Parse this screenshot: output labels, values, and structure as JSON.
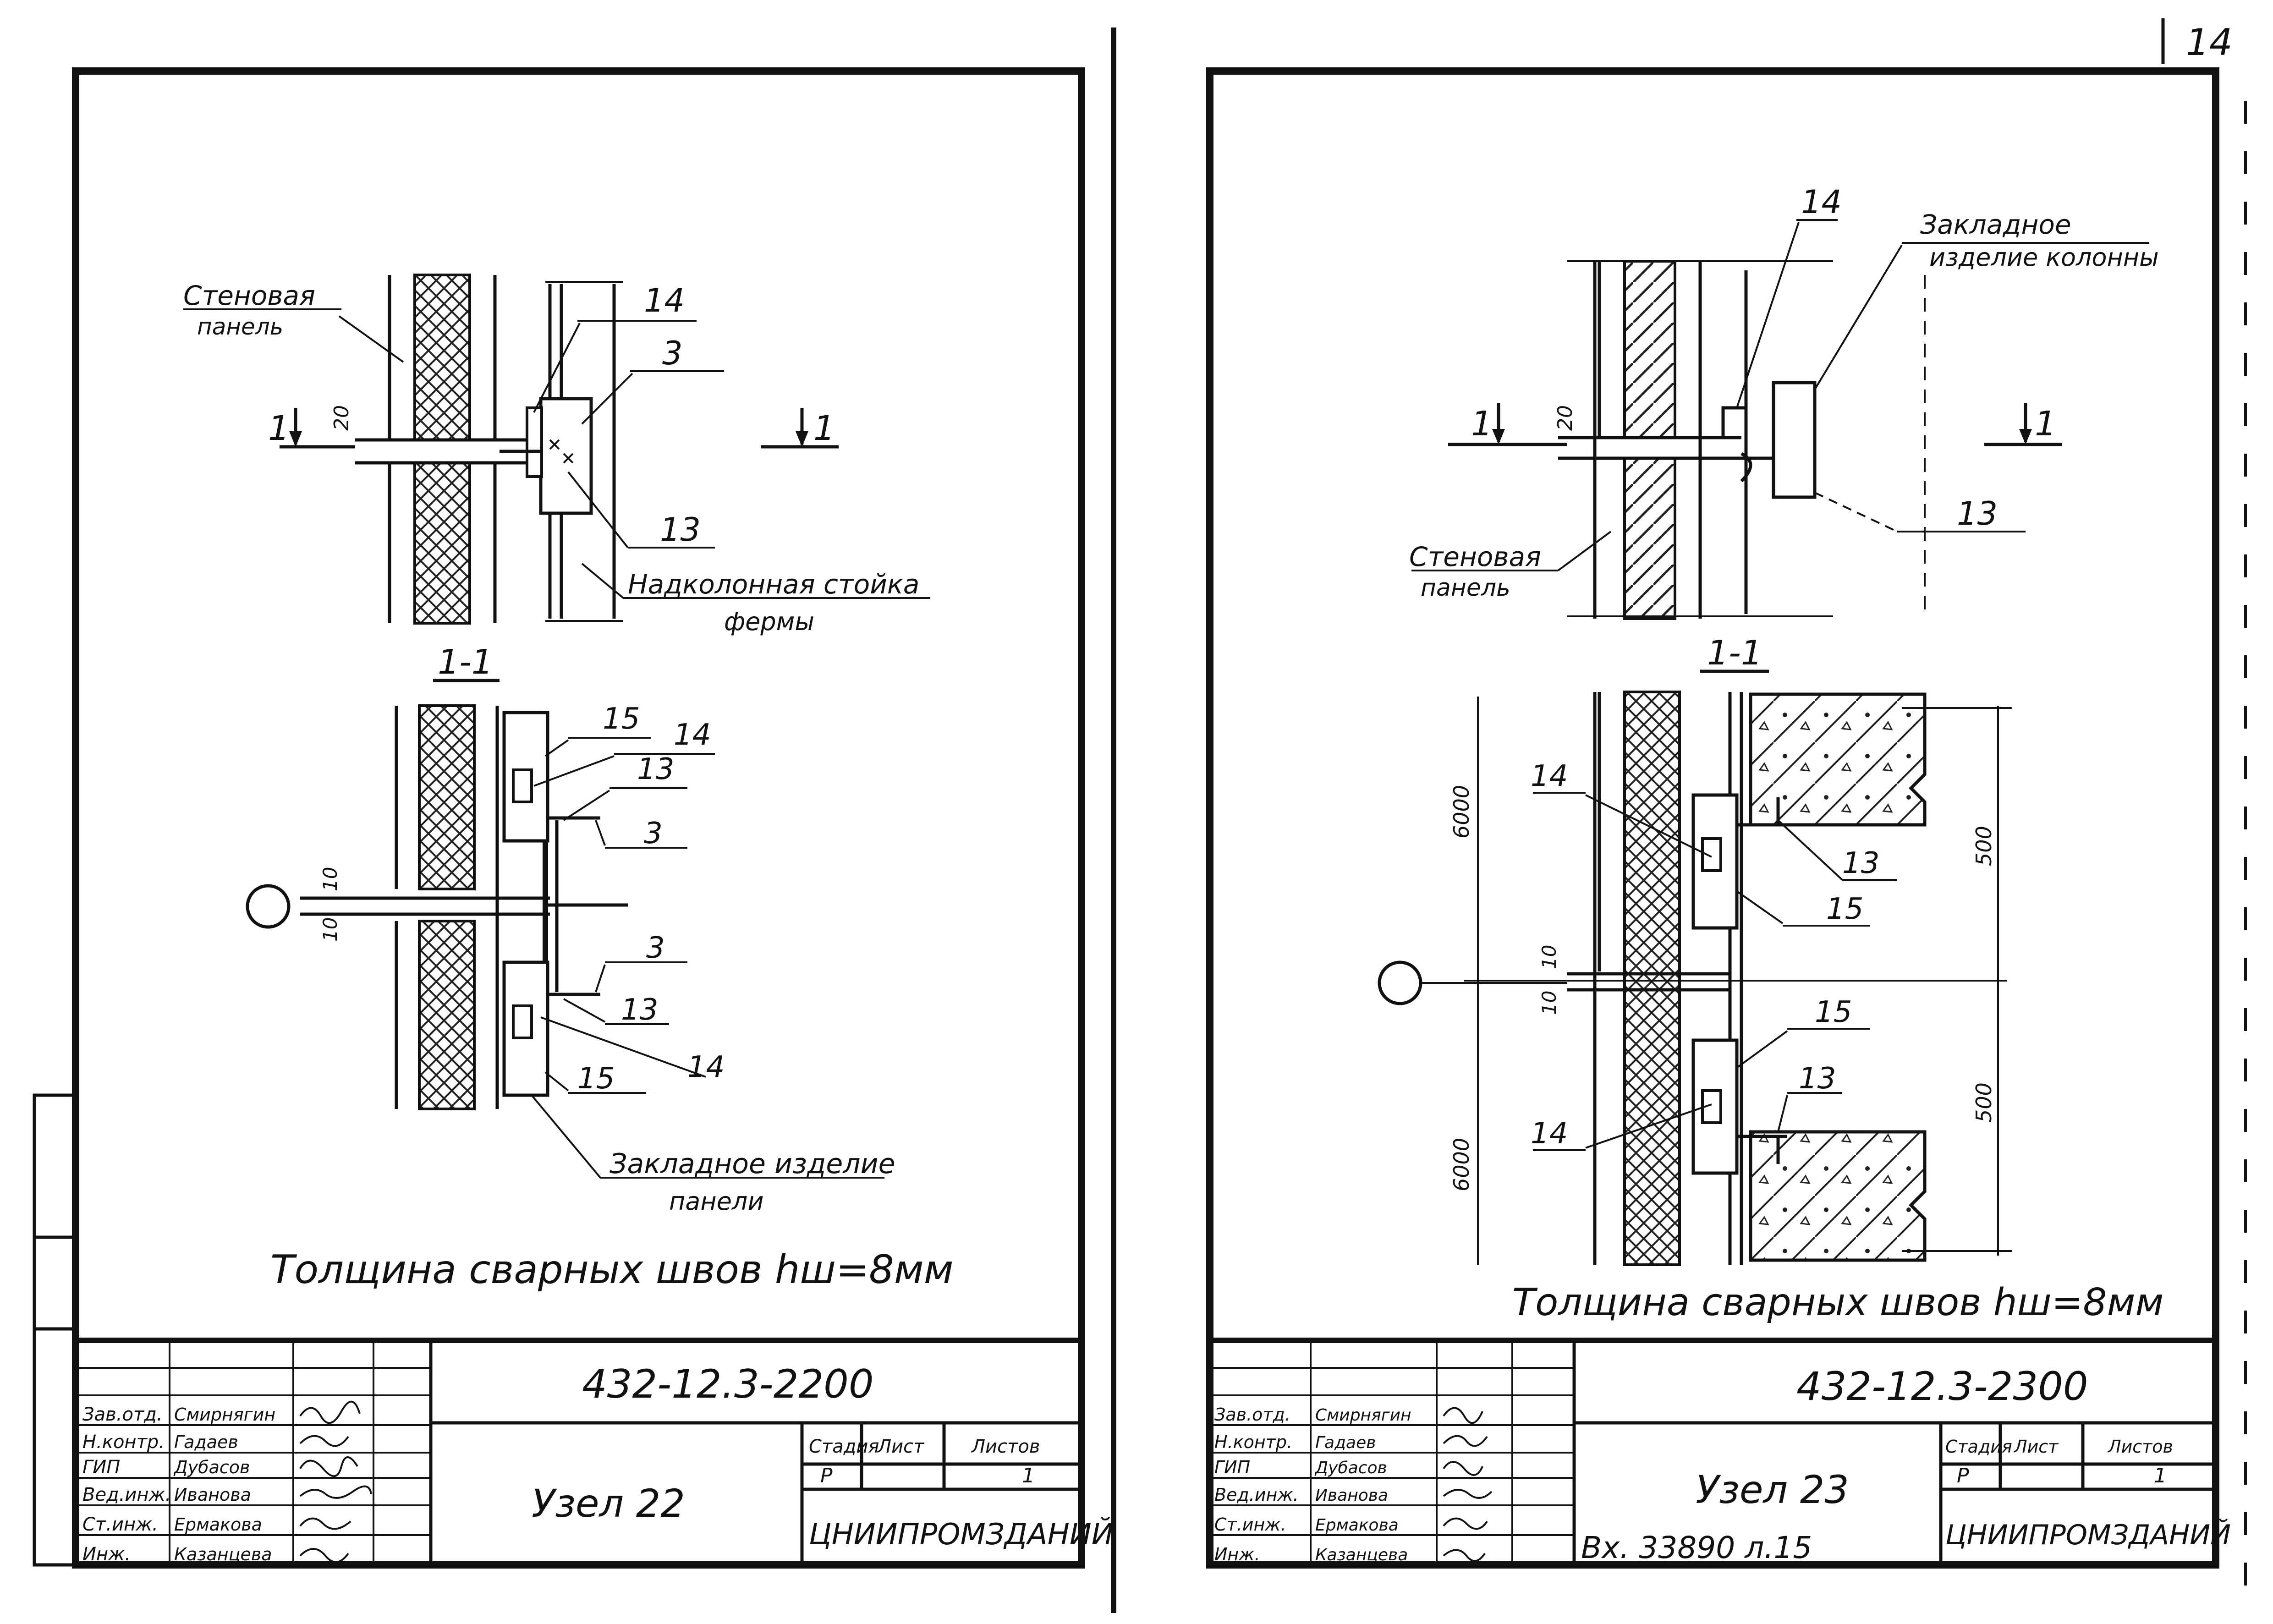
{
  "page_number": "14",
  "sheets": [
    {
      "drawing": {
        "label_wall_panel": [
          "Стеновая",
          "панель"
        ],
        "label_column_post": [
          "Надколонная стойка",
          "фермы"
        ],
        "label_embedded_panel": [
          "Закладное изделие",
          "панели"
        ],
        "section_mark": "1",
        "section_title": "1-1",
        "gap_dim": "20",
        "joint_dims": [
          "10",
          "10"
        ],
        "item_numbers_top": [
          "14",
          "3",
          "13"
        ],
        "item_numbers_section": [
          "15",
          "14",
          "13",
          "3",
          "3",
          "13",
          "14",
          "15"
        ],
        "weld_note": "Толщина сварных швов hш=8мм"
      },
      "title_block": {
        "doc_code": "432-12.3-2200",
        "title": "Узел 22",
        "roles": [
          "Зав.отд.",
          "Н.контр.",
          "ГИП",
          "Вед.инж.",
          "Ст.инж.",
          "Инж."
        ],
        "names": [
          "Смирнягин",
          "Гадаев",
          "Дубасов",
          "Иванова",
          "Ермакова",
          "Казанцева"
        ],
        "stage_head": "Стадия",
        "sheet_head": "Лист",
        "sheets_head": "Листов",
        "stage": "Р",
        "sheet": "",
        "sheets": "1",
        "org": "ЦНИИПРОМЗДАНИЙ"
      }
    },
    {
      "drawing": {
        "label_wall_panel": [
          "Стеновая",
          "панель"
        ],
        "label_embedded_column": [
          "Закладное",
          "изделие колонны"
        ],
        "section_mark": "1",
        "section_title": "1-1",
        "gap_dim": "20",
        "joint_dims": [
          "10",
          "10"
        ],
        "item_numbers_top": [
          "14",
          "13"
        ],
        "item_numbers_section": [
          "14",
          "13",
          "15",
          "15",
          "14",
          "13"
        ],
        "dims_left": [
          "6000",
          "6000"
        ],
        "dims_right": [
          "500",
          "500"
        ],
        "weld_note": "Толщина сварных швов hш=8мм"
      },
      "title_block": {
        "doc_code": "432-12.3-2300",
        "title": "Узел 23",
        "roles": [
          "Зав.отд.",
          "Н.контр.",
          "ГИП",
          "Вед.инж.",
          "Ст.инж.",
          "Инж."
        ],
        "names": [
          "Смирнягин",
          "Гадаев",
          "Дубасов",
          "Иванова",
          "Ермакова",
          "Казанцева"
        ],
        "stage_head": "Стадия",
        "sheet_head": "Лист",
        "sheets_head": "Листов",
        "stage": "Р",
        "sheet": "",
        "sheets": "1",
        "org": "ЦНИИПРОМЗДАНИЙ",
        "inventory_note": "Вх. 33890 л.15"
      }
    }
  ]
}
